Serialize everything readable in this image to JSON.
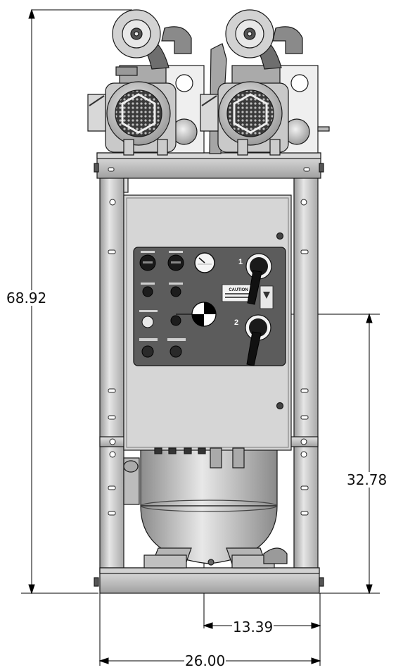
{
  "dimensions": {
    "overall_height": "68.92",
    "center_height": "32.78",
    "half_width": "13.39",
    "overall_width": "26.00"
  },
  "panel": {
    "caution_label": "CAUTION",
    "switch_1_label": "1",
    "switch_2_label": "2"
  },
  "colors": {
    "frame": "#cfcfcf",
    "panel": "#d4d4d4",
    "control_plate": "#5a5a5a",
    "tank": "#c8c8c8",
    "outline": "#1a1a1a"
  }
}
